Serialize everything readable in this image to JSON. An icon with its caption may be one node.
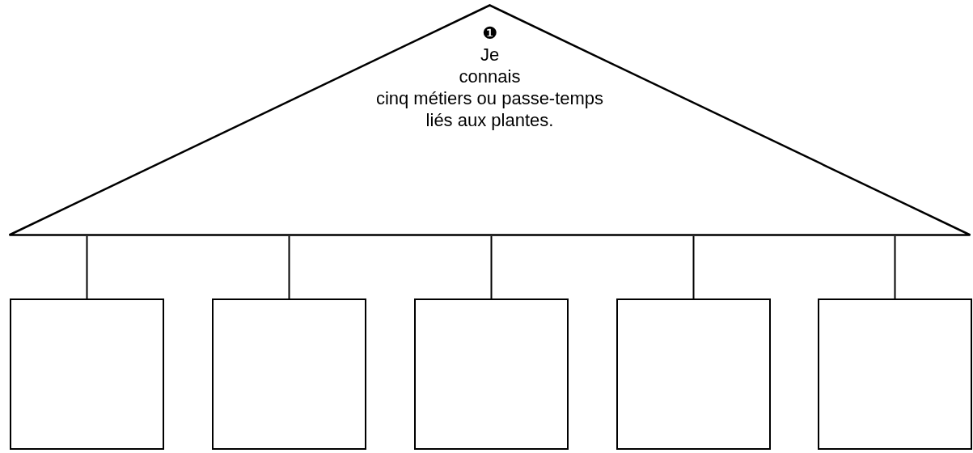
{
  "diagram": {
    "nodes": [
      {
        "text": [
          "❶",
          "Je",
          "connais",
          "cinq métiers ou passe-temps liés aux plantes."
        ]
      },
      {
        "text": [],
        "shape": "box"
      },
      {
        "text": [],
        "shape": "box"
      },
      {
        "text": [],
        "shape": "box"
      },
      {
        "text": [],
        "shape": "box"
      },
      {
        "text": [],
        "shape": "box"
      }
    ],
    "edges": [
      {
        "from": 0,
        "to": 1,
        "arrow": "none"
      },
      {
        "from": 0,
        "to": 2,
        "arrow": "none"
      },
      {
        "from": 0,
        "to": 3,
        "arrow": "none"
      },
      {
        "from": 0,
        "to": 4,
        "arrow": "none"
      },
      {
        "from": 0,
        "to": 5,
        "arrow": "none"
      }
    ]
  }
}
